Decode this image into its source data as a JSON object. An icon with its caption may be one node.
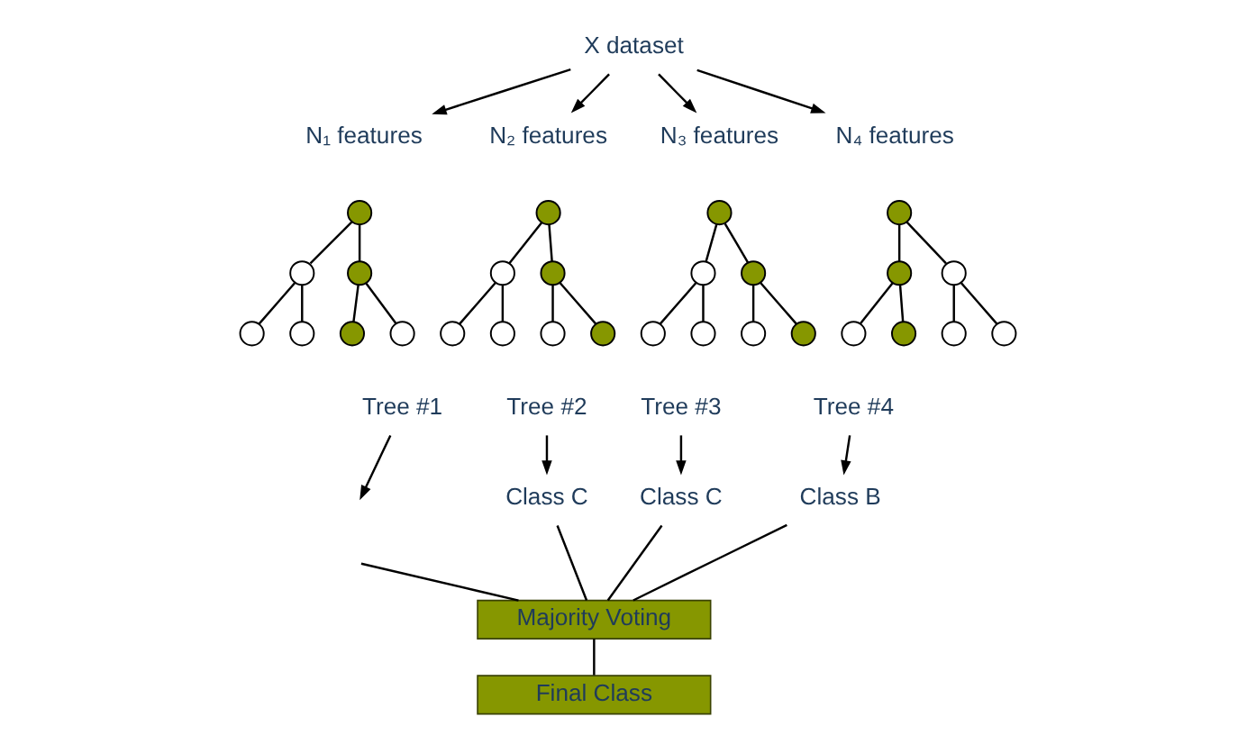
{
  "diagram": {
    "nodes": [
      {
        "text": [
          "X dataset"
        ]
      },
      {
        "text": [
          "N₁ features"
        ]
      },
      {
        "text": [
          "N₂ features"
        ]
      },
      {
        "text": [
          "N₃ features"
        ]
      },
      {
        "text": [
          "N₄ features"
        ]
      },
      {
        "text": [],
        "shape": "circle"
      },
      {
        "text": [],
        "shape": "circle"
      },
      {
        "text": [],
        "shape": "circle"
      },
      {
        "text": [],
        "shape": "circle"
      },
      {
        "text": [],
        "shape": "circle"
      },
      {
        "text": [],
        "shape": "circle"
      },
      {
        "text": [],
        "shape": "circle"
      },
      {
        "text": [],
        "shape": "circle"
      },
      {
        "text": [],
        "shape": "circle"
      },
      {
        "text": [],
        "shape": "circle"
      },
      {
        "text": [],
        "shape": "circle"
      },
      {
        "text": [],
        "shape": "circle"
      },
      {
        "text": [],
        "shape": "circle"
      },
      {
        "text": [],
        "shape": "circle"
      },
      {
        "text": [],
        "shape": "circle"
      },
      {
        "text": [],
        "shape": "circle"
      },
      {
        "text": [],
        "shape": "circle"
      },
      {
        "text": [],
        "shape": "circle"
      },
      {
        "text": [],
        "shape": "circle"
      },
      {
        "text": [],
        "shape": "circle"
      },
      {
        "text": [],
        "shape": "circle"
      },
      {
        "text": [],
        "shape": "circle"
      },
      {
        "text": [],
        "shape": "circle"
      },
      {
        "text": [],
        "shape": "circle"
      },
      {
        "text": [],
        "shape": "circle"
      },
      {
        "text": [],
        "shape": "circle"
      },
      {
        "text": [],
        "shape": "circle"
      },
      {
        "text": [],
        "shape": "circle"
      },
      {
        "text": [
          "Tree #1"
        ]
      },
      {
        "text": [
          "Tree #2"
        ]
      },
      {
        "text": [
          "Tree #3"
        ]
      },
      {
        "text": [
          "Tree #4"
        ]
      },
      {
        "text": [
          "Class C"
        ]
      },
      {
        "text": [
          "Class C"
        ]
      },
      {
        "text": [
          "Class B"
        ]
      },
      {
        "text": [
          "Majority Voting"
        ]
      },
      {
        "text": [
          "Final Class"
        ]
      }
    ],
    "edges": [
      {
        "from": 0,
        "to": 1,
        "arrow": "to"
      },
      {
        "from": 0,
        "to": 2,
        "arrow": "to"
      },
      {
        "from": 0,
        "to": 3,
        "arrow": "to"
      },
      {
        "from": 0,
        "to": 4,
        "arrow": "to"
      },
      {
        "from": 5,
        "to": 6,
        "arrow": "none"
      },
      {
        "from": 5,
        "to": 7,
        "arrow": "none"
      },
      {
        "from": 6,
        "to": 8,
        "arrow": "none"
      },
      {
        "from": 6,
        "to": 9,
        "arrow": "none"
      },
      {
        "from": 7,
        "to": 10,
        "arrow": "none"
      },
      {
        "from": 7,
        "to": 11,
        "arrow": "none"
      },
      {
        "from": 12,
        "to": 13,
        "arrow": "none"
      },
      {
        "from": 12,
        "to": 14,
        "arrow": "none"
      },
      {
        "from": 13,
        "to": 15,
        "arrow": "none"
      },
      {
        "from": 13,
        "to": 16,
        "arrow": "none"
      },
      {
        "from": 14,
        "to": 17,
        "arrow": "none"
      },
      {
        "from": 14,
        "to": 18,
        "arrow": "none"
      },
      {
        "from": 19,
        "to": 20,
        "arrow": "none"
      },
      {
        "from": 19,
        "to": 21,
        "arrow": "none"
      },
      {
        "from": 20,
        "to": 22,
        "arrow": "none"
      },
      {
        "from": 20,
        "to": 23,
        "arrow": "none"
      },
      {
        "from": 21,
        "to": 24,
        "arrow": "none"
      },
      {
        "from": 21,
        "to": 25,
        "arrow": "none"
      },
      {
        "from": 26,
        "to": 27,
        "arrow": "none"
      },
      {
        "from": 26,
        "to": 28,
        "arrow": "none"
      },
      {
        "from": 27,
        "to": 29,
        "arrow": "none"
      },
      {
        "from": 27,
        "to": 30,
        "arrow": "none"
      },
      {
        "from": 28,
        "to": 31,
        "arrow": "none"
      },
      {
        "from": 28,
        "to": 32,
        "arrow": "none"
      },
      {
        "from": 33,
        "to": null,
        "arrow": "to"
      },
      {
        "from": 34,
        "to": 37,
        "arrow": "to"
      },
      {
        "from": 35,
        "to": 38,
        "arrow": "to"
      },
      {
        "from": 36,
        "to": 39,
        "arrow": "to"
      },
      {
        "from": null,
        "to": 40,
        "arrow": "none"
      },
      {
        "from": 37,
        "to": 40,
        "arrow": "none"
      },
      {
        "from": 38,
        "to": 40,
        "arrow": "none"
      },
      {
        "from": 39,
        "to": 40,
        "arrow": "none"
      },
      {
        "from": 40,
        "to": 41,
        "arrow": "none"
      }
    ]
  }
}
